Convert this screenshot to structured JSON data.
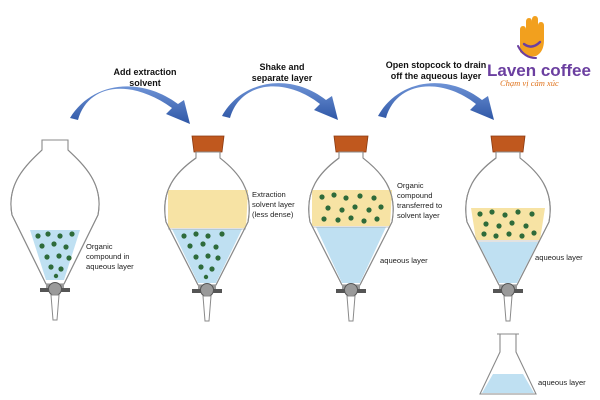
{
  "logo": {
    "name": "Laven coffee",
    "tagline": "Chạm vị cảm xúc",
    "colors": {
      "purple": "#6b3fa0",
      "orange": "#f2a01e"
    }
  },
  "steps": [
    {
      "label_line1": "Add extraction",
      "label_line2": "solvent"
    },
    {
      "label_line1": "Shake and",
      "label_line2": "separate layer"
    },
    {
      "label_line1": "Open stopcock to drain",
      "label_line2": "off the aqueous layer"
    }
  ],
  "labels": {
    "f1_line1": "Organic",
    "f1_line2": "compound in",
    "f1_line3": "aqueous layer",
    "f2_line1": "Extraction",
    "f2_line2": "solvent layer",
    "f2_line3": "(less dense)",
    "f3_line1": "Organic",
    "f3_line2": "compound",
    "f3_line3": "transferred to",
    "f3_line4": "solvent layer",
    "f3_aqueous": "aqueous layer",
    "f4_aqueous": "aqueous layer",
    "flask_aqueous": "aqueous layer"
  },
  "colors": {
    "aqueous": "#bfe0f2",
    "solvent": "#f7e3a4",
    "dots": "#2e6b3a",
    "stopper": "#c0581e",
    "arrow": "#3d64b4"
  }
}
